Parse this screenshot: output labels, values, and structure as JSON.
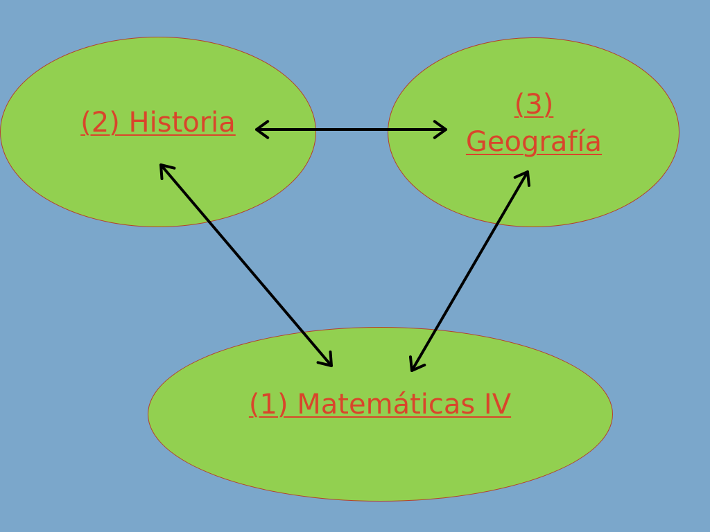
{
  "colors": {
    "background": "#7ba7cb",
    "node_fill": "#92d050",
    "node_border": "#b5402a",
    "label_text": "#d9452b",
    "arrow": "#000000"
  },
  "nodes": {
    "historia": {
      "label": "(2) Historia"
    },
    "geografia": {
      "label_line1": "(3)",
      "label_line2": "Geografía"
    },
    "matematicas": {
      "label": "(1) Matemáticas IV"
    }
  },
  "edges": [
    {
      "from": "historia",
      "to": "geografia",
      "bidirectional": true
    },
    {
      "from": "historia",
      "to": "matematicas",
      "bidirectional": true
    },
    {
      "from": "geografia",
      "to": "matematicas",
      "bidirectional": true
    }
  ]
}
